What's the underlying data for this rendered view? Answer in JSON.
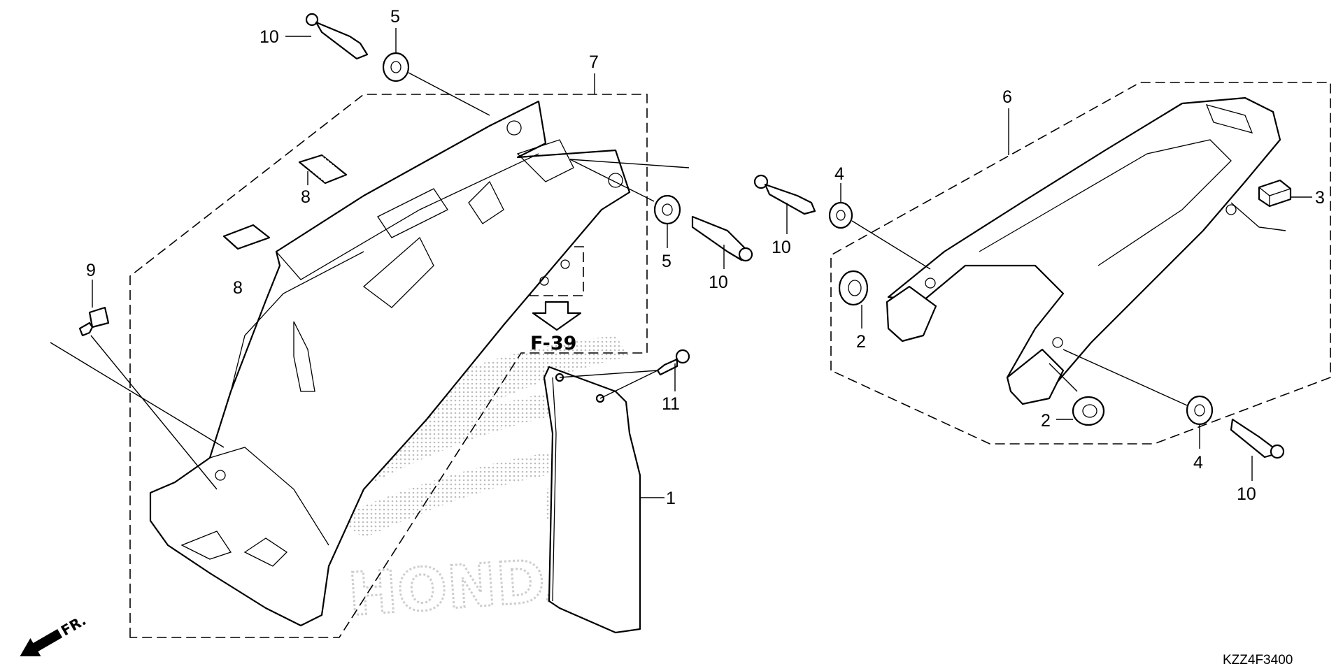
{
  "callouts": {
    "c1": "1",
    "c2a": "2",
    "c2b": "2",
    "c3": "3",
    "c4a": "4",
    "c4b": "4",
    "c5a": "5",
    "c5b": "5",
    "c6": "6",
    "c7": "7",
    "c8a": "8",
    "c8b": "8",
    "c9": "9",
    "c10a": "10",
    "c10b": "10",
    "c10c": "10",
    "c10d": "10",
    "c11": "11"
  },
  "reference": "F-39",
  "direction": "FR.",
  "diagram_code": "KZZ4F3400",
  "watermark": "HONDA",
  "colors": {
    "line": "#000000",
    "background": "#ffffff",
    "watermark": "#b3b3b3"
  }
}
